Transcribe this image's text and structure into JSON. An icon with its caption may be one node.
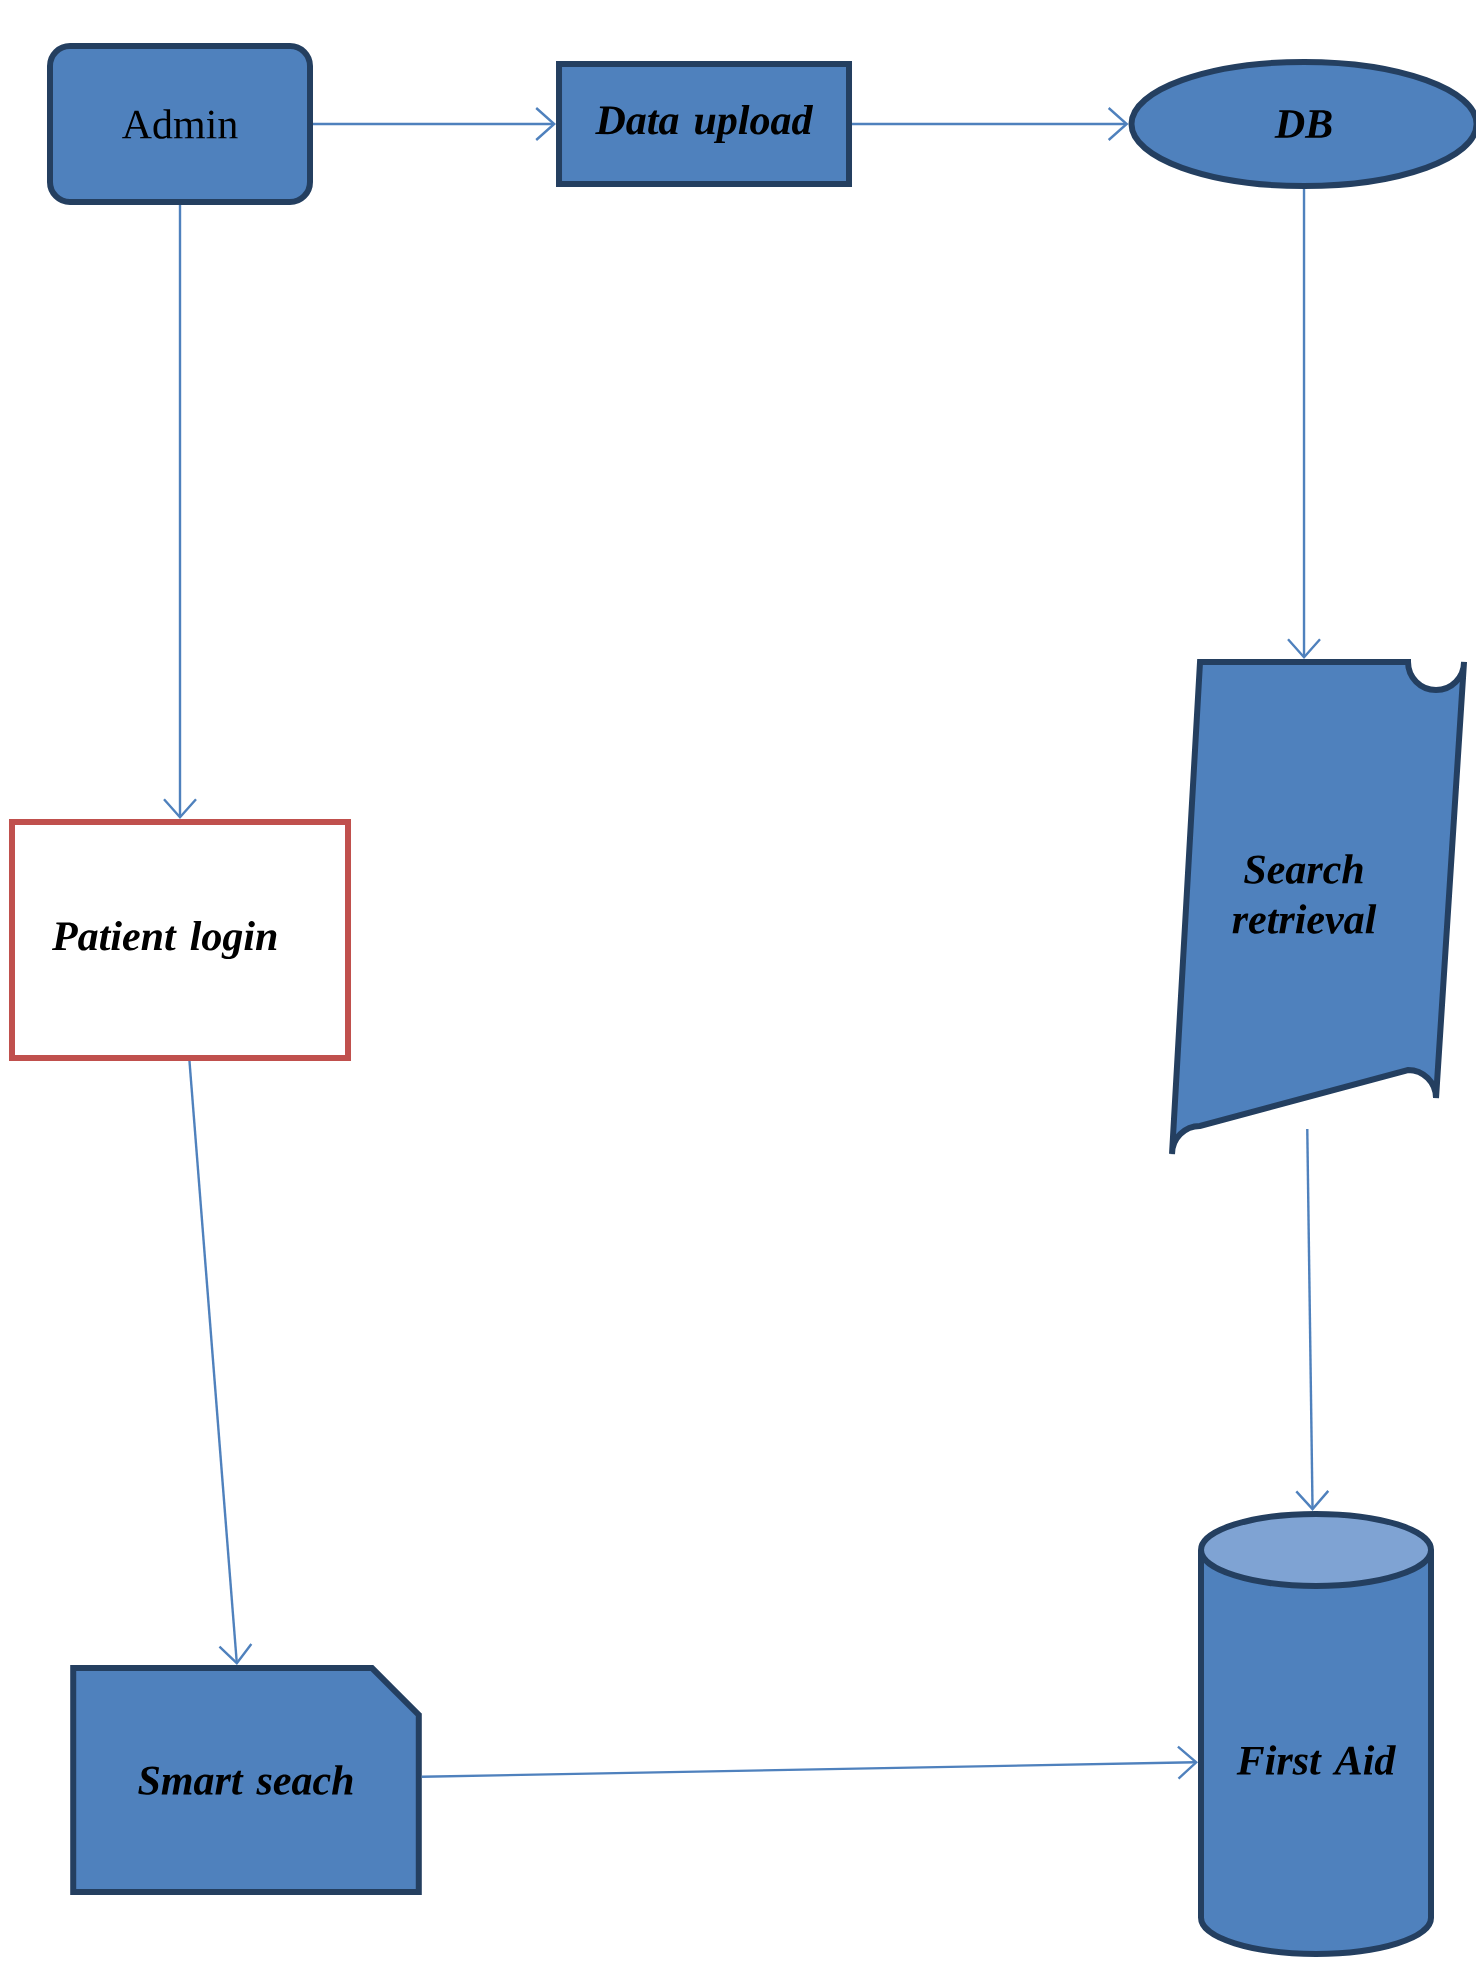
{
  "diagram": {
    "nodes": [
      {
        "text": [
          "Admin"
        ]
      },
      {
        "text": [
          "Data upload"
        ]
      },
      {
        "text": [
          "DB"
        ]
      },
      {
        "text": [
          "Patient login"
        ]
      },
      {
        "text": [
          "Search retrieval"
        ]
      },
      {
        "text": [
          "Smart seach"
        ]
      },
      {
        "text": [
          "First Aid"
        ]
      }
    ],
    "edges": [
      {
        "from": 0,
        "to": 1,
        "arrow": "to"
      },
      {
        "from": 1,
        "to": 2,
        "arrow": "to"
      },
      {
        "from": 2,
        "to": 4,
        "arrow": "to"
      },
      {
        "from": 0,
        "to": 3,
        "arrow": "to"
      },
      {
        "from": 3,
        "to": 5,
        "arrow": "to"
      },
      {
        "from": 4,
        "to": 6,
        "arrow": "to"
      },
      {
        "from": 5,
        "to": 6,
        "arrow": "to"
      }
    ]
  }
}
